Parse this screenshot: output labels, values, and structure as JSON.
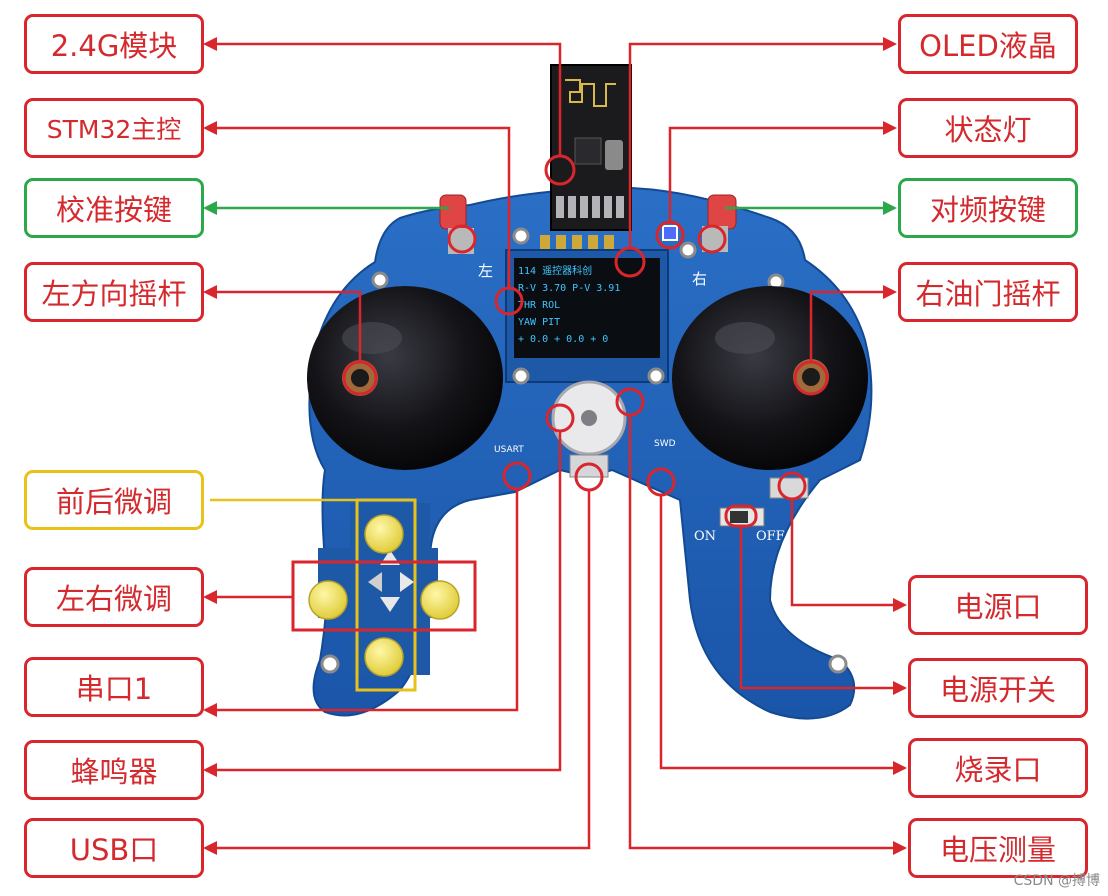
{
  "labels": {
    "mod_24g": "2.4G模块",
    "stm32": "STM32主控",
    "calib_key": "校准按键",
    "left_stick": "左方向摇杆",
    "fb_trim": "前后微调",
    "lr_trim": "左右微调",
    "uart1": "串口1",
    "buzzer": "蜂鸣器",
    "usb": "USB口",
    "oled": "OLED液晶",
    "status_led": "状态灯",
    "pair_key": "对频按键",
    "right_stick": "右油门摇杆",
    "power_port": "电源口",
    "power_switch": "电源开关",
    "swd": "烧录口",
    "voltage": "电压测量"
  },
  "board_text": {
    "left_char": "左",
    "right_char": "右",
    "on": "ON",
    "off": "OFF",
    "usart": "USART",
    "swd": "SWD"
  },
  "oled_lines": [
    "114 遥控器科创",
    "R-V 3.70  P-V 3.91",
    "THR      ROL",
    "YAW      PIT",
    "+  0.0  +  0.0  +  0"
  ],
  "watermark": "CSDN @搏博",
  "colors": {
    "red": "#d9262c",
    "green": "#2aa84a",
    "yellow": "#e8c21a",
    "board": "#1c5fb8",
    "stick": "#151518",
    "button": "#f1e25a"
  }
}
